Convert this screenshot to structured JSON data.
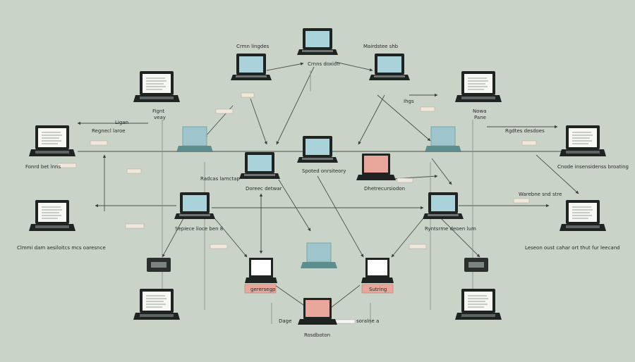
{
  "diagram": {
    "colors": {
      "background": "#c9d3c8",
      "dark": "#1f2322",
      "screen_blue": "#a9d2da",
      "screen_teal": "#9ec5cb",
      "laptop_teal_body": "#5d8d8c",
      "accent_salmon": "#e8a79a",
      "paper_white": "#f7f7f4",
      "line": "#4a4f4c"
    },
    "labels": {
      "top_center": "Crmn lingdes",
      "top_center_sub": "Crnns doxion",
      "top_right": "Mairdstee shb",
      "left_upper": "Ligan",
      "left_upper_b": "Regnecl laroe",
      "left_upper_c": "Fignt",
      "left_upper_d": "veay",
      "left_mid": "Fonrd bet lnns",
      "left_lower": "Clmmi dam aesiloitcs mcs oaresnce",
      "center_left_a": "Radcas lamctap",
      "center_left_b": "Doreec detwar",
      "center_a": "Spoted onrsiteory",
      "center_right_a": "Dhetrecursiodon",
      "mid_left": "Sepiece lioce ben 8",
      "mid_right": "Ryntsrme deoen lum",
      "right_upper": "Nowa",
      "right_upper_b": "Pane",
      "right_upper_c": "Rgdtes desdoes",
      "right_mid": "Cnode insensidenss broating",
      "right_lower_a": "Warebne snd stre",
      "right_lower_b": "Leseon oust cahar ort thut fur leecand",
      "top_right_b": "Ihgs",
      "bottom_center": "Rosdboton",
      "bottom_left": "Dage",
      "bottom_right": "soralne a",
      "salmon_left": "gerersegp",
      "salmon_right": "Sutring"
    },
    "icons": [
      "laptop-icon",
      "router-icon",
      "document-icon"
    ]
  }
}
